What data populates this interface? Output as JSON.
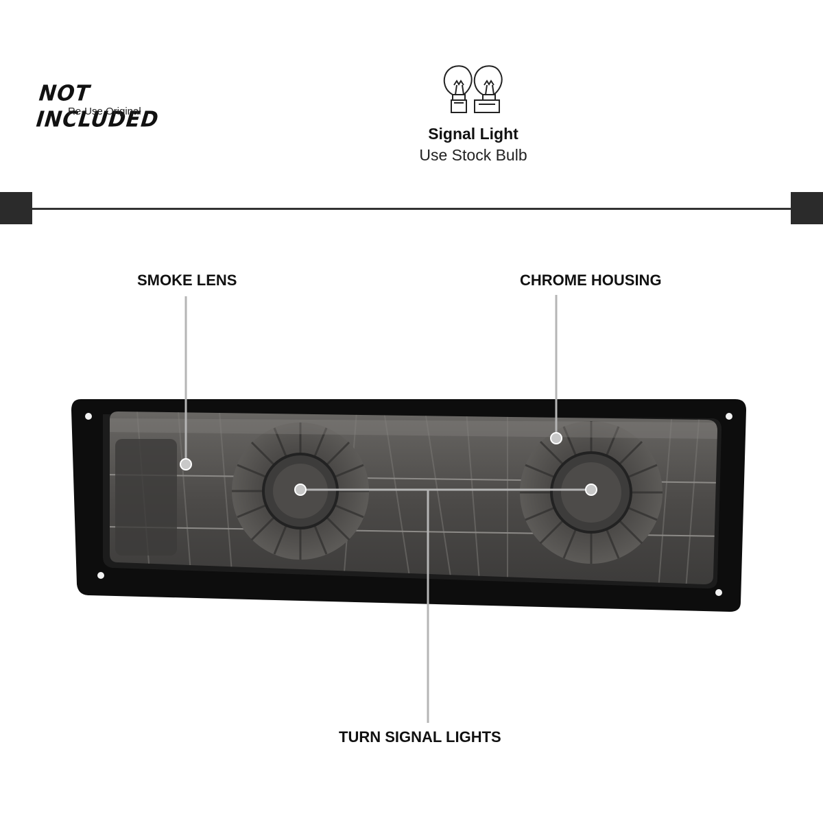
{
  "badge": {
    "title": "NOT INCLUDED",
    "subtitle": "Re-Use Original"
  },
  "bulb": {
    "icon": "light-bulb-pair-icon",
    "title": "Signal Light",
    "subtitle": "Use Stock Bulb"
  },
  "callouts": {
    "smoke_lens": "SMOKE LENS",
    "chrome_housing": "CHROME HOUSING",
    "turn_signal": "TURN SIGNAL LIGHTS"
  },
  "colors": {
    "frame": "#0d0d0d",
    "lens": "#4a4846",
    "accent_line": "#b5b5b5",
    "divider": "#2b2b2b"
  }
}
